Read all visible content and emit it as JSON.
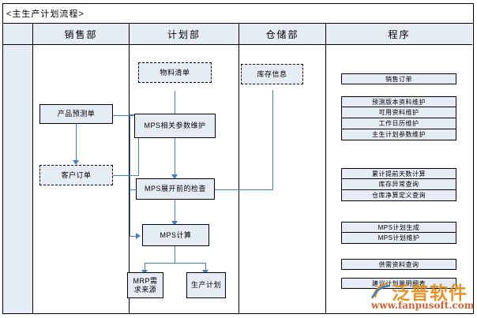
{
  "diagram": {
    "title": "<主生产计划流程>",
    "columns": [
      {
        "id": "sales",
        "label": "销售部"
      },
      {
        "id": "planning",
        "label": "计划部"
      },
      {
        "id": "warehouse",
        "label": "仓储部"
      },
      {
        "id": "program",
        "label": "程序"
      }
    ],
    "nodes": {
      "product_forecast": "产品预测单",
      "customer_order": "客户订单",
      "bom": "物料清单",
      "mps_params": "MPS相关参数维护",
      "mps_precheck": "MPS展开前的检查",
      "mps_calc": "MPS计算",
      "mrp_source": "MRP需\n求来源",
      "production_plan": "生产计划",
      "stock_info": "库存信息"
    },
    "program_groups": [
      {
        "id": "g1",
        "items": [
          "销售订单"
        ]
      },
      {
        "id": "g2",
        "items": [
          "预测版本资料维护",
          "可用资料维护",
          "工作日历维护",
          "主生计划参数维护"
        ]
      },
      {
        "id": "g3",
        "items": [
          "累计提前天数计算",
          "库存异常查询",
          "仓库净算定义查询"
        ]
      },
      {
        "id": "g4",
        "items": [
          "MPS计划生成",
          "MPS计划维护"
        ]
      },
      {
        "id": "g5",
        "items": [
          "供需资料查询"
        ]
      },
      {
        "id": "g6",
        "items": [
          "建议计划量明细表"
        ]
      }
    ],
    "colors": {
      "box_fill": "#e6ecf6",
      "box_border": "#000000",
      "connector": "#4a7ebb",
      "header_fill": "#e6ecf6",
      "watermark_orange": "#e08a18",
      "watermark_red": "#c8531c"
    },
    "watermark": {
      "brand": "泛普软件",
      "url": "www.fanpusoft.com"
    }
  }
}
